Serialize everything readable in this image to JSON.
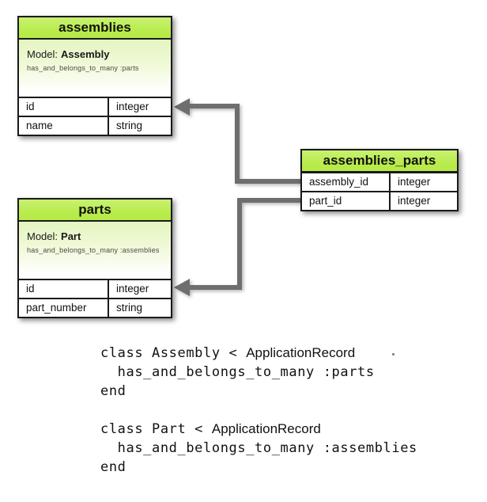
{
  "canvas": {
    "background": "#ffffff"
  },
  "colors": {
    "table_header_green": "#bdee55",
    "table_border": "#1a1a1a",
    "connector_gray": "#6e6e6e",
    "model_gradient_top": "#e4f5c0",
    "code_text": "#111111"
  },
  "tables": [
    {
      "name": "assemblies",
      "title": "assemblies",
      "model_label": "Model:",
      "model_name": "Assembly",
      "association": "has_and_belongs_to_many :parts",
      "rows": [
        {
          "column": "id",
          "type": "integer"
        },
        {
          "column": "name",
          "type": "string"
        }
      ]
    },
    {
      "name": "parts",
      "title": "parts",
      "model_label": "Model:",
      "model_name": "Part",
      "association": "has_and_belongs_to_many :assemblies",
      "rows": [
        {
          "column": "id",
          "type": "integer"
        },
        {
          "column": "part_number",
          "type": "string"
        }
      ]
    },
    {
      "name": "assemblies_parts",
      "title": "assemblies_parts",
      "rows": [
        {
          "column": "assembly_id",
          "type": "integer"
        },
        {
          "column": "part_id",
          "type": "integer"
        }
      ]
    }
  ],
  "connectors": [
    {
      "from": "assemblies_parts.assembly_id",
      "to": "assemblies.id",
      "direction": "left"
    },
    {
      "from": "assemblies_parts.part_id",
      "to": "parts.id",
      "direction": "left"
    }
  ],
  "code": {
    "lines": [
      {
        "mono": "class Assembly < ",
        "sans": "ApplicationRecord"
      },
      {
        "mono": "  has_and_belongs_to_many :parts"
      },
      {
        "mono": "end"
      },
      {
        "mono": ""
      },
      {
        "mono": "class Part < ",
        "sans": "ApplicationRecord"
      },
      {
        "mono": "  has_and_belongs_to_many :assemblies"
      },
      {
        "mono": "end"
      }
    ]
  }
}
